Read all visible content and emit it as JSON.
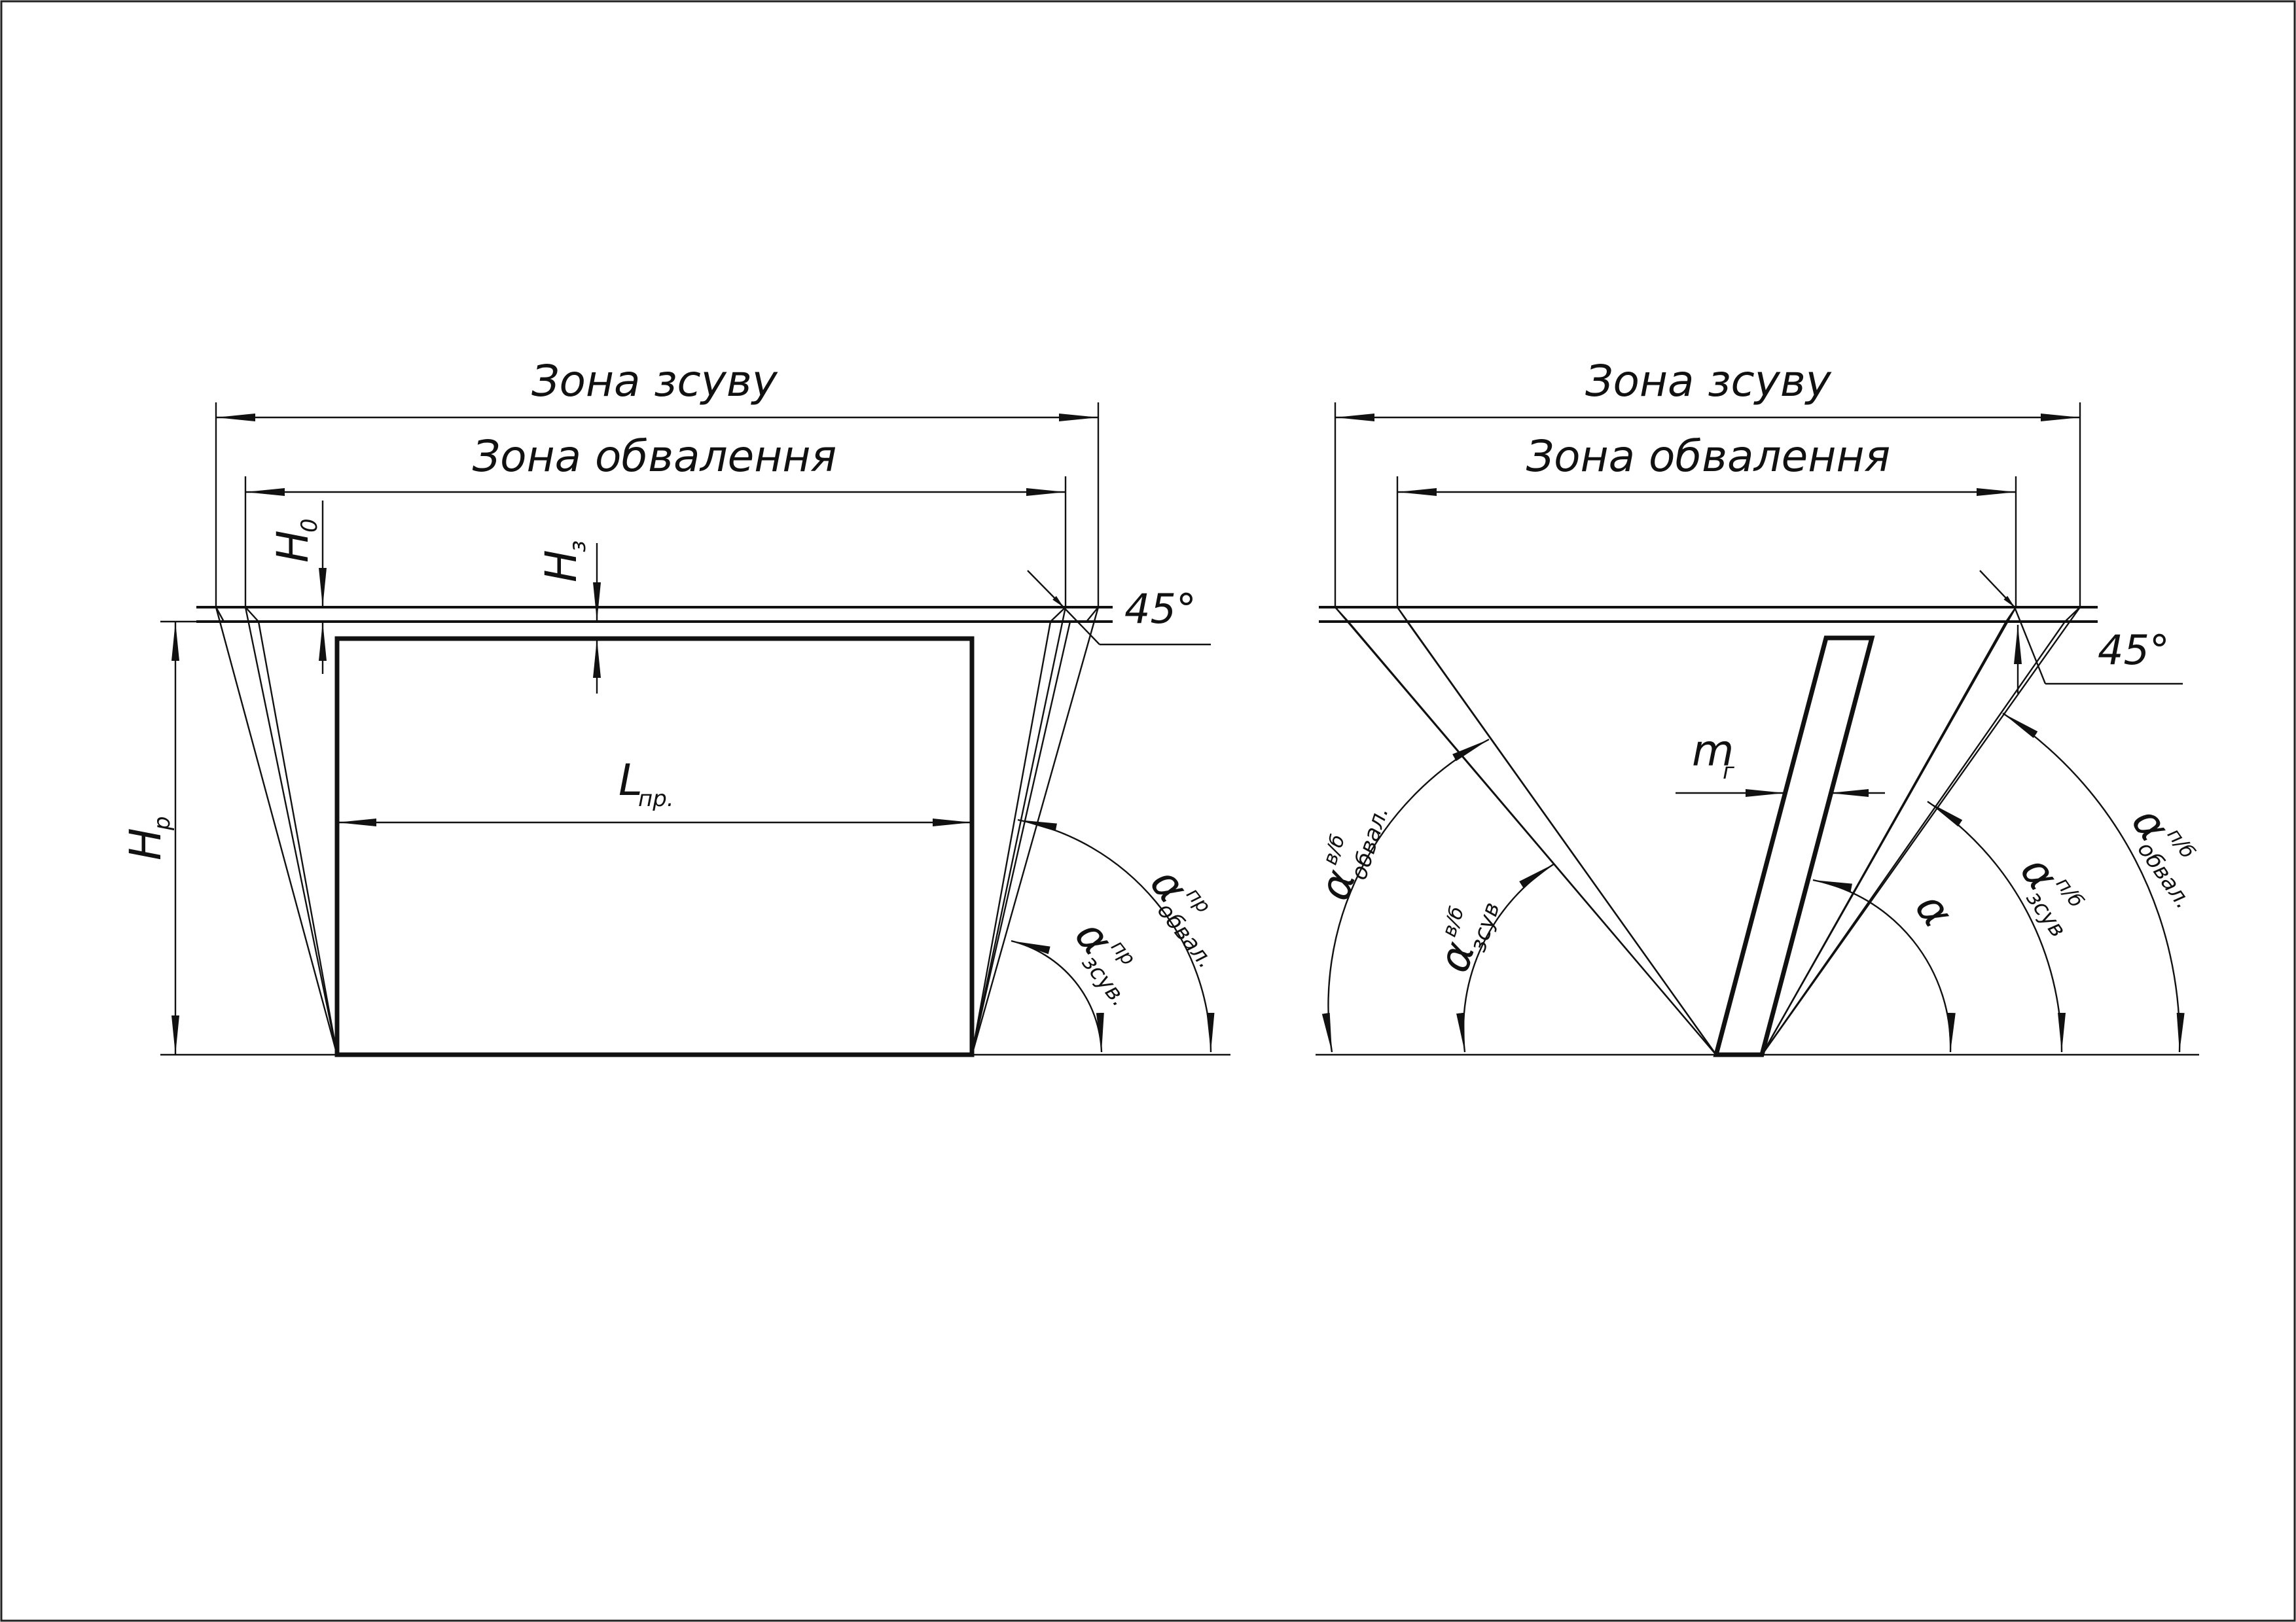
{
  "left": {
    "zone_shift": "Зона зсуву",
    "zone_collapse": "Зона обвалення",
    "h0_main": "H",
    "h0_sub": "0",
    "hz_main": "H",
    "hz_sub": "з",
    "hp_main": "H",
    "hp_sub": "р",
    "l_main": "L",
    "l_sub": "пр.",
    "angle45": "45°",
    "a_obval_main": "α",
    "a_obval_sub": "обвал.",
    "a_obval_sup": "пр",
    "a_zsuv_main": "α",
    "a_zsuv_sub": "зсув.",
    "a_zsuv_sup": "пр"
  },
  "right": {
    "zone_shift": "Зона зсуву",
    "zone_collapse": "Зона обвалення",
    "angle45": "45°",
    "m_main": "m",
    "m_sub": "г",
    "alpha": "α",
    "b_obval_main": "α",
    "b_obval_sub": "обвал.",
    "b_obval_sup": "в/б",
    "b_zsuv_main": "α",
    "b_zsuv_sub": "зсув",
    "b_zsuv_sup": "в/б",
    "p_zsuv_main": "α",
    "p_zsuv_sub": "зсув",
    "p_zsuv_sup": "п/б",
    "p_obval_main": "α",
    "p_obval_sub": "обвал.",
    "p_obval_sup": "п/б"
  }
}
